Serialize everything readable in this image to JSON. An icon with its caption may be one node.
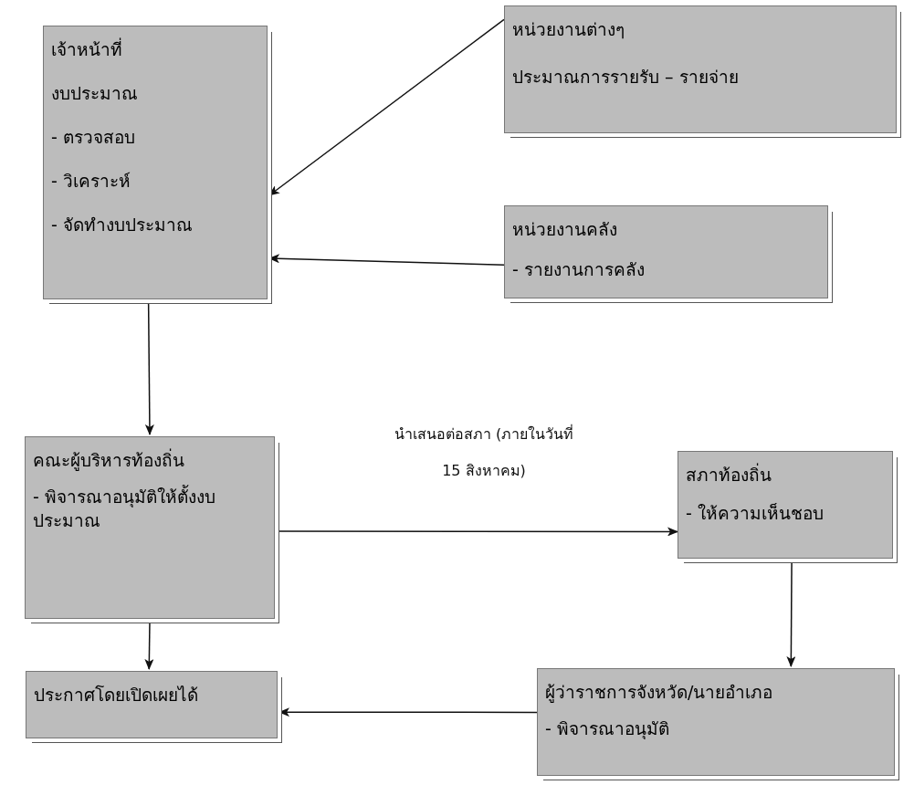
{
  "diagram": {
    "nodes": [
      {
        "text": [
          "เจ้าหน้าที่",
          "งบประมาณ",
          "- ตรวจสอบ",
          "- วิเคราะห์",
          "- จัดทำงบประมาณ"
        ]
      },
      {
        "text": [
          "หน่วยงานต่างๆ",
          "ประมาณการรายรับ – รายจ่าย"
        ]
      },
      {
        "text": [
          "หน่วยงานคลัง",
          "- รายงานการคลัง"
        ]
      },
      {
        "text": [
          "คณะผู้บริหารท้องถิ่น",
          "- พิจารณาอนุมัติให้ตั้งงบประมาณ"
        ]
      },
      {
        "text": [
          "สภาท้องถิ่น",
          "- ให้ความเห็นชอบ"
        ]
      },
      {
        "text": [
          "ผู้ว่าราชการจังหวัด/นายอำเภอ",
          "- พิจารณาอนุมัติ"
        ]
      },
      {
        "text": [
          "ประกาศโดยเปิดเผยได้"
        ]
      }
    ],
    "edges": [
      {
        "from": 1,
        "to": 0,
        "arrow": "to"
      },
      {
        "from": 2,
        "to": 0,
        "arrow": "to"
      },
      {
        "from": 0,
        "to": 3,
        "arrow": "to"
      },
      {
        "from": 3,
        "to": 4,
        "arrow": "to",
        "label": "นำเสนอต่อสภา (ภายในวันที่ 15 สิงหาคม)"
      },
      {
        "from": 4,
        "to": 5,
        "arrow": "to"
      },
      {
        "from": 5,
        "to": 6,
        "arrow": "to"
      },
      {
        "from": 3,
        "to": 6,
        "arrow": "to"
      }
    ]
  }
}
